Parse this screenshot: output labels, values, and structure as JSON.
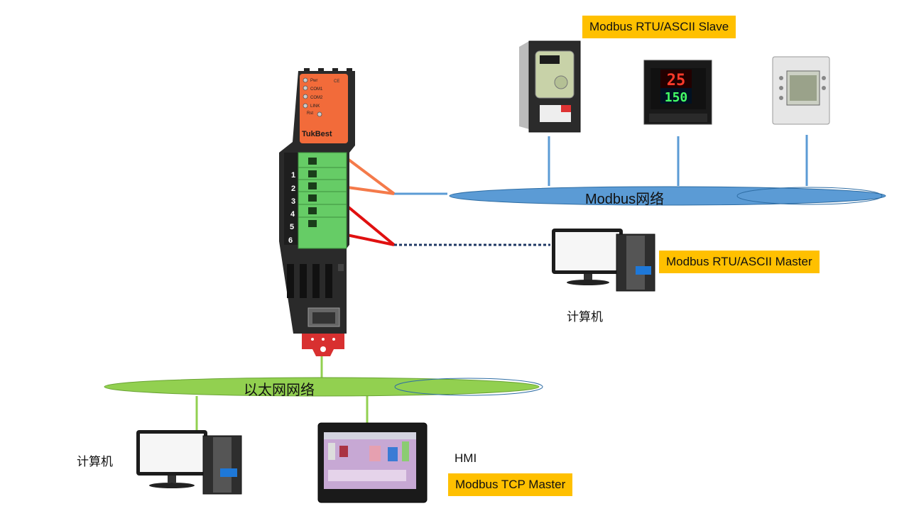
{
  "labels": {
    "slave_tag": "Modbus RTU/ASCII Slave",
    "master_tag": "Modbus RTU/ASCII Master",
    "tcp_tag": "Modbus TCP Master",
    "hmi": "HMI",
    "computer_right": "计算机",
    "computer_left": "计算机",
    "modbus_net": "Modbus网络",
    "ethernet_net": "以太网网络"
  },
  "gateway": {
    "brand": "TukBest",
    "leds": [
      "Pwr",
      "COM1",
      "COM2",
      "LINK",
      "Rst"
    ],
    "pins": [
      "1",
      "2",
      "3",
      "4",
      "5",
      "6"
    ]
  },
  "temp_controller": {
    "pv": "25",
    "sv": "150"
  },
  "colors": {
    "tag_bg": "#ffc000",
    "modbus_net": "#5b9bd5",
    "ethernet_net": "#92d050",
    "gateway_face": "#f26b3a",
    "terminal": "#66cc66",
    "wire_orange": "#f47a4a",
    "wire_red": "#e01010",
    "serial_dotted": "#1f3864"
  }
}
